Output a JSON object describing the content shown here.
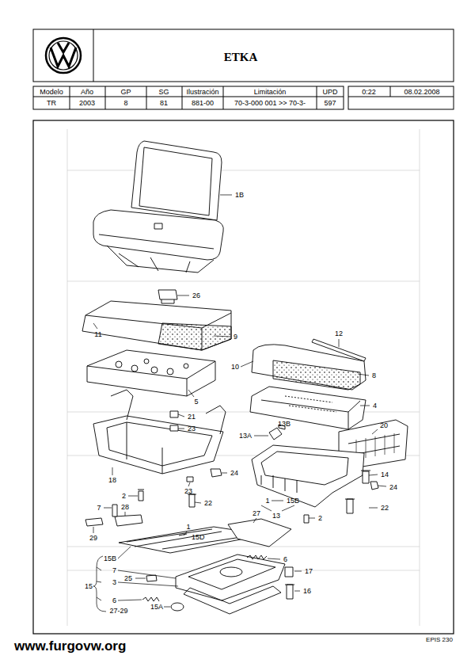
{
  "diagram": {
    "title": "ETKA",
    "labels": [
      "Modelo",
      "Año",
      "GP",
      "SG",
      "Ilustración",
      "Limitación",
      "UPD",
      "0:22",
      "08.02.2008",
      "TR",
      "2003",
      "8",
      "81",
      "881-00",
      "70-3-000 001 >> 70-3-",
      "597",
      "1B",
      "26",
      "11",
      "9",
      "12",
      "10",
      "8",
      "5",
      "4",
      "21",
      "23",
      "20",
      "13A",
      "13B",
      "18",
      "23",
      "24",
      "14",
      "24",
      "2",
      "22",
      "1",
      "15B",
      "13",
      "22",
      "2",
      "7",
      "28",
      "29",
      "1",
      "15D",
      "27",
      "15B",
      "6",
      "7",
      "3",
      "25",
      "17",
      "15",
      "6",
      "16",
      "27-29",
      "15A",
      "www.furgovw.org",
      "EPIS 230"
    ]
  }
}
